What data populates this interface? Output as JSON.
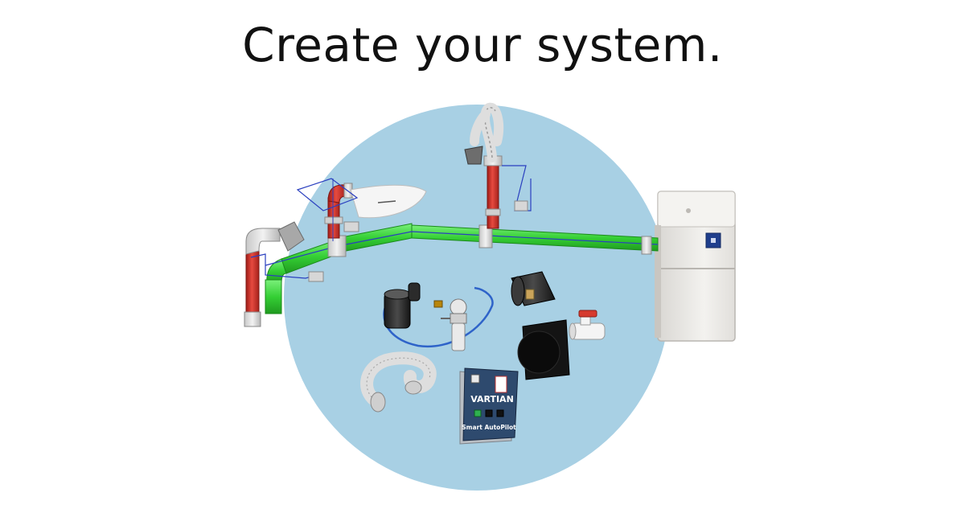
{
  "headline": "Create your system.",
  "colors": {
    "background": "#ffffff",
    "circle": "#a8d0e4",
    "duct_green": "#3bd43b",
    "riser_red": "#d9302a",
    "collector_body": "#ecebe8",
    "collector_badge": "#1f3e8c",
    "controller_body": "#2e4a6e"
  },
  "components": {
    "controller": {
      "brand": "VARTIAN",
      "model": "Smart AutoPilot"
    }
  },
  "icons": [
    "dust-collector-unit-icon",
    "flex-arm-hood-icon",
    "duct-network-icon",
    "blast-gate-icon",
    "hose-adapter-icon",
    "flex-hose-icon",
    "air-regulator-filter-icon",
    "ball-valve-icon",
    "square-to-round-adapter-icon",
    "smart-autopilot-controller-icon"
  ]
}
